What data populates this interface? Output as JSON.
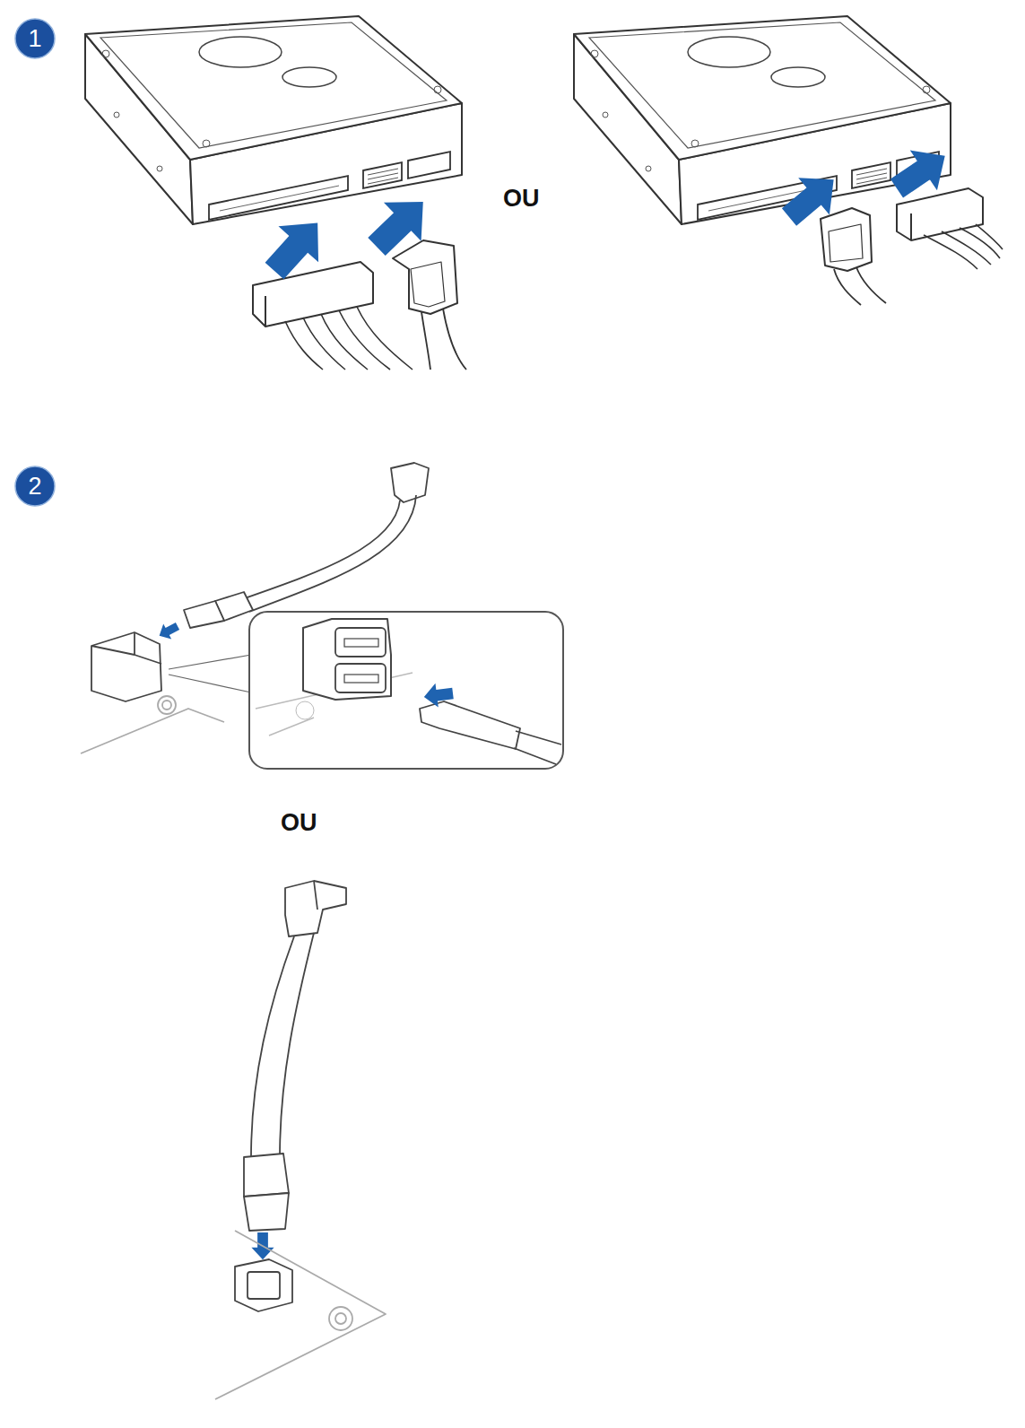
{
  "diagram": {
    "nodes": [
      {
        "text": [
          "1"
        ]
      },
      {
        "text": [
          "2"
        ]
      }
    ],
    "labels": [
      "OU",
      "OU"
    ]
  }
}
